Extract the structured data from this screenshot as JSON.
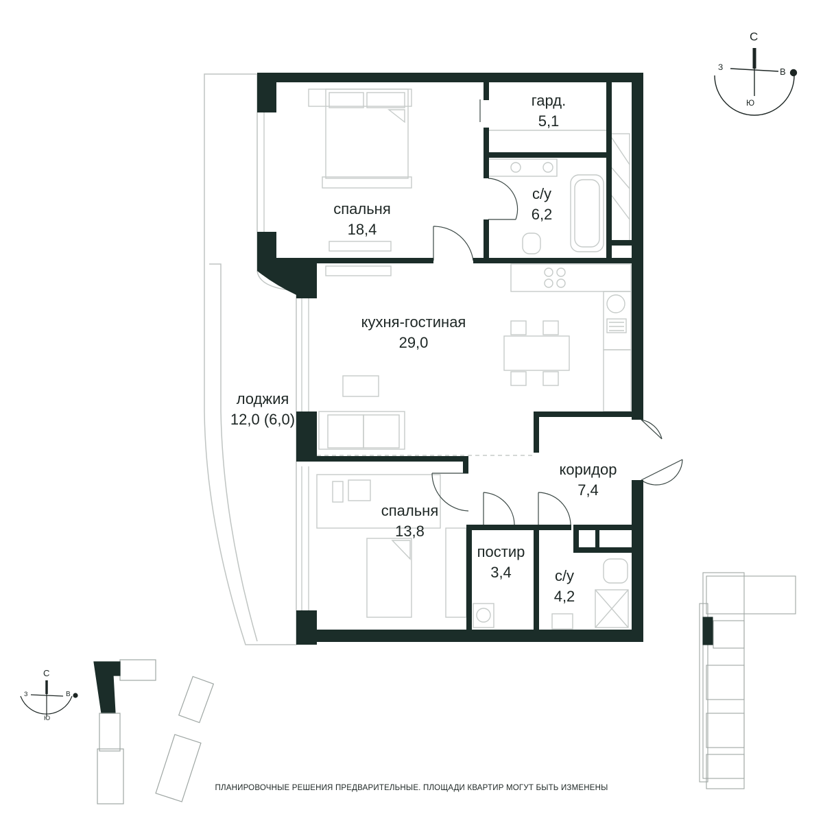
{
  "rooms": [
    {
      "id": "bedroom1",
      "name": "спальня",
      "area": "18,4"
    },
    {
      "id": "wardrobe",
      "name": "гард.",
      "area": "5,1"
    },
    {
      "id": "bathroom1",
      "name": "с/у",
      "area": "6,2"
    },
    {
      "id": "kitchen_living",
      "name": "кухня-гостиная",
      "area": "29,0"
    },
    {
      "id": "loggia",
      "name": "лоджия",
      "area": "12,0 (6,0)"
    },
    {
      "id": "corridor",
      "name": "коридор",
      "area": "7,4"
    },
    {
      "id": "bedroom2",
      "name": "спальня",
      "area": "13,8"
    },
    {
      "id": "storage",
      "name": "постир",
      "area": "3,4"
    },
    {
      "id": "bathroom2",
      "name": "с/у",
      "area": "4,2"
    }
  ],
  "compass_main": {
    "north": "С",
    "west": "З",
    "east": "В",
    "south": "Ю"
  },
  "compass_small": {
    "north": "С",
    "west": "З",
    "east": "В",
    "south": "Ю"
  },
  "disclaimer": "ПЛАНИРОВОЧНЫЕ РЕШЕНИЯ ПРЕДВАРИТЕЛЬНЫЕ. ПЛОЩАДИ КВАРТИР МОГУТ БЫТЬ ИЗМЕНЕНЫ",
  "colors": {
    "wall": "#1b2d29",
    "line": "#bfc4c2",
    "text": "#1d2624"
  }
}
